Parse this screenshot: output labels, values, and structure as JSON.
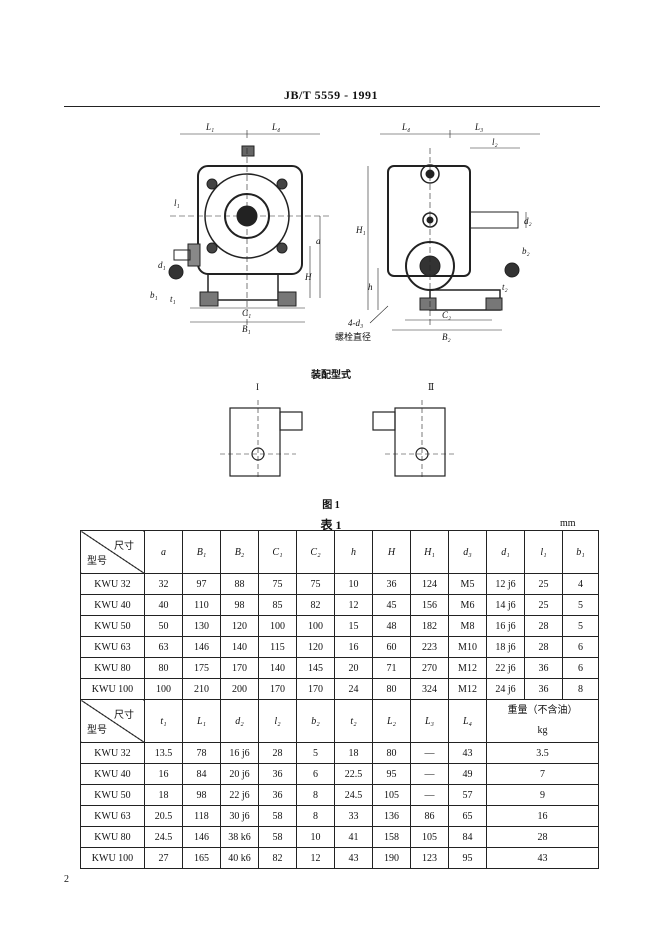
{
  "header": {
    "standard": "JB/T 5559 - 1991"
  },
  "figure": {
    "assembly_caption": "装配型式",
    "assembly_labels": [
      "I",
      "Ⅱ"
    ],
    "figure_caption": "图 1",
    "dimension_labels": {
      "L1": "L₁",
      "L4a": "L₄",
      "L4b": "L₄",
      "L3": "L₃",
      "l1": "l₁",
      "l2": "l₂",
      "H1": "H₁",
      "H": "H",
      "h": "h",
      "a": "a",
      "d1": "d₁",
      "d2": "d₂",
      "b1": "b₁",
      "b2": "b₂",
      "t1": "t₁",
      "t2": "t₂",
      "C1": "C₁",
      "C2": "C₂",
      "B1": "B₁",
      "B2": "B₂",
      "bolt": "4-d₃",
      "bolt_note": "螺栓直径"
    }
  },
  "table": {
    "title": "表 1",
    "unit": "mm",
    "diag_top": "尺寸",
    "diag_bottom": "型号",
    "head1": [
      "a",
      "B₁",
      "B₂",
      "C₁",
      "C₂",
      "h",
      "H",
      "H₁",
      "d₃",
      "d₁",
      "l₁",
      "b₁"
    ],
    "rows1": [
      [
        "KWU 32",
        "32",
        "97",
        "88",
        "75",
        "75",
        "10",
        "36",
        "124",
        "M5",
        "12 j6",
        "25",
        "4"
      ],
      [
        "KWU 40",
        "40",
        "110",
        "98",
        "85",
        "82",
        "12",
        "45",
        "156",
        "M6",
        "14 j6",
        "25",
        "5"
      ],
      [
        "KWU 50",
        "50",
        "130",
        "120",
        "100",
        "100",
        "15",
        "48",
        "182",
        "M8",
        "16 j6",
        "28",
        "5"
      ],
      [
        "KWU 63",
        "63",
        "146",
        "140",
        "115",
        "120",
        "16",
        "60",
        "223",
        "M10",
        "18 j6",
        "28",
        "6"
      ],
      [
        "KWU 80",
        "80",
        "175",
        "170",
        "140",
        "145",
        "20",
        "71",
        "270",
        "M12",
        "22 j6",
        "36",
        "6"
      ],
      [
        "KWU 100",
        "100",
        "210",
        "200",
        "170",
        "170",
        "24",
        "80",
        "324",
        "M12",
        "24 j6",
        "36",
        "8"
      ]
    ],
    "head2": [
      "t₁",
      "L₁",
      "d₂",
      "l₂",
      "b₂",
      "t₂",
      "L₂",
      "L₃",
      "L₄"
    ],
    "weight_head": "重量（不含油）",
    "weight_unit": "kg",
    "rows2": [
      [
        "KWU 32",
        "13.5",
        "78",
        "16 j6",
        "28",
        "5",
        "18",
        "80",
        "—",
        "43",
        "3.5"
      ],
      [
        "KWU 40",
        "16",
        "84",
        "20 j6",
        "36",
        "6",
        "22.5",
        "95",
        "—",
        "49",
        "7"
      ],
      [
        "KWU 50",
        "18",
        "98",
        "22 j6",
        "36",
        "8",
        "24.5",
        "105",
        "—",
        "57",
        "9"
      ],
      [
        "KWU 63",
        "20.5",
        "118",
        "30 j6",
        "58",
        "8",
        "33",
        "136",
        "86",
        "65",
        "16"
      ],
      [
        "KWU 80",
        "24.5",
        "146",
        "38 k6",
        "58",
        "10",
        "41",
        "158",
        "105",
        "84",
        "28"
      ],
      [
        "KWU 100",
        "27",
        "165",
        "40 k6",
        "82",
        "12",
        "43",
        "190",
        "123",
        "95",
        "43"
      ]
    ]
  },
  "page": {
    "number": "2"
  }
}
